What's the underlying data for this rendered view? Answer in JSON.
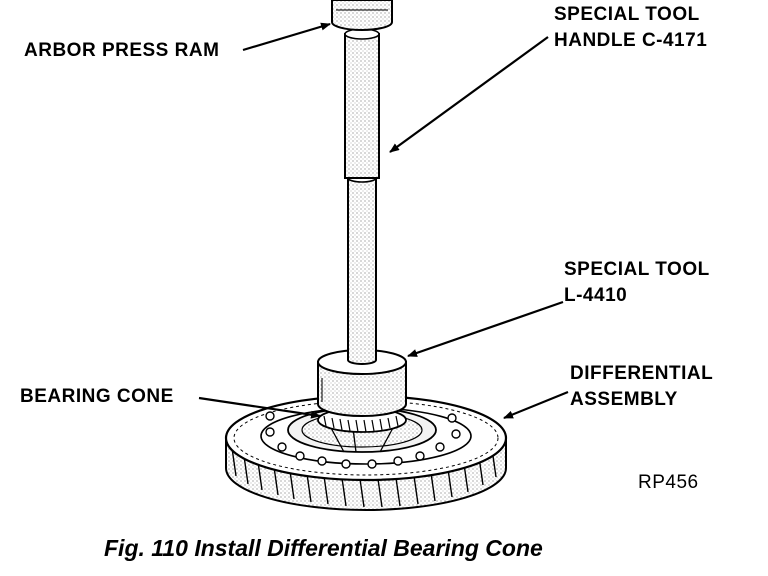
{
  "labels": {
    "arbor_press_ram": "ARBOR PRESS RAM",
    "handle_line1": "SPECIAL TOOL",
    "handle_line2": "HANDLE C-4171",
    "l4410_line1": "SPECIAL TOOL",
    "l4410_line2": "L-4410",
    "bearing_cone": "BEARING CONE",
    "differential_line1": "DIFFERENTIAL",
    "differential_line2": "ASSEMBLY"
  },
  "figure_code": "RP456",
  "caption": "Fig. 110 Install Differential Bearing Cone"
}
